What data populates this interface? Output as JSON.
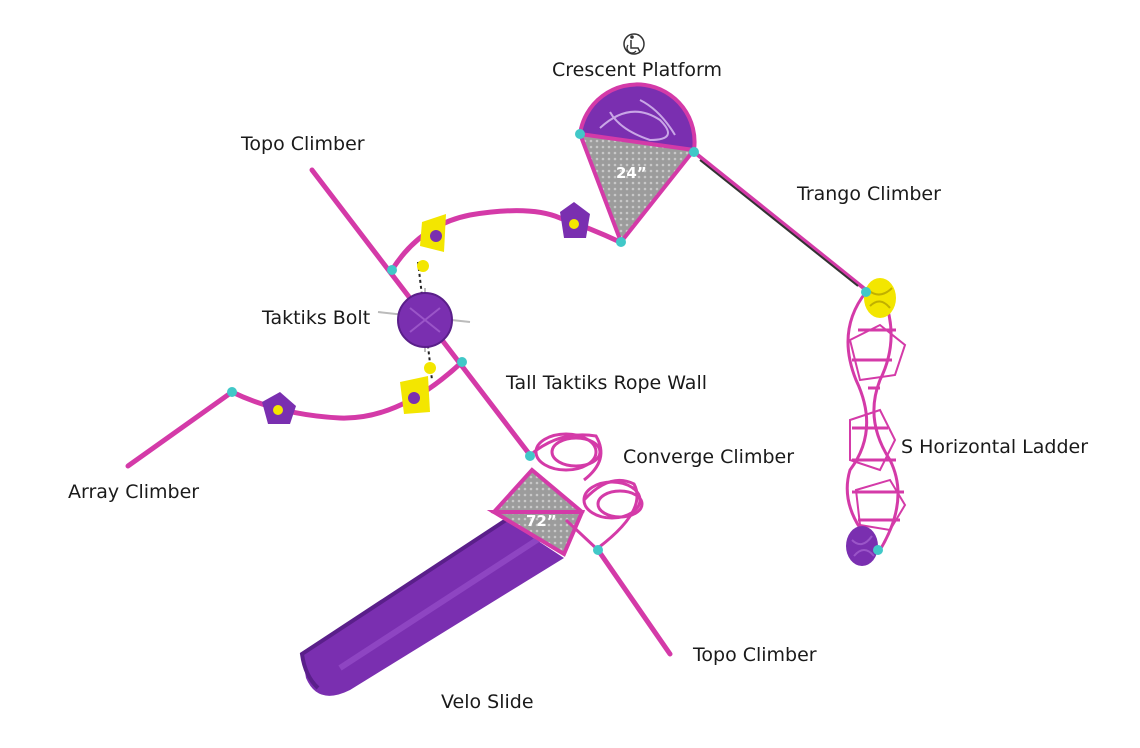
{
  "colors": {
    "frame": "#d43aa8",
    "purple": "#7a2fb0",
    "purple_dark": "#5a1f8a",
    "yellow": "#f3e600",
    "connector": "#41c8c8",
    "deck": "#a8a8a8"
  },
  "labels": {
    "crescent_platform": "Crescent Platform",
    "topo_climber_top": "Topo Climber",
    "trango_climber": "Trango Climber",
    "taktiks_bolt": "Taktiks Bolt",
    "tall_taktiks_rope_wall": "Tall Taktiks Rope Wall",
    "converge_climber": "Converge Climber",
    "s_horizontal_ladder": "S Horizontal Ladder",
    "array_climber": "Array Climber",
    "topo_climber_bottom": "Topo Climber",
    "velo_slide": "Velo Slide"
  },
  "deck_heights": {
    "crescent": "24”",
    "converge": "72”"
  },
  "icons": {
    "accessibility": "wheelchair-accessible-icon"
  }
}
